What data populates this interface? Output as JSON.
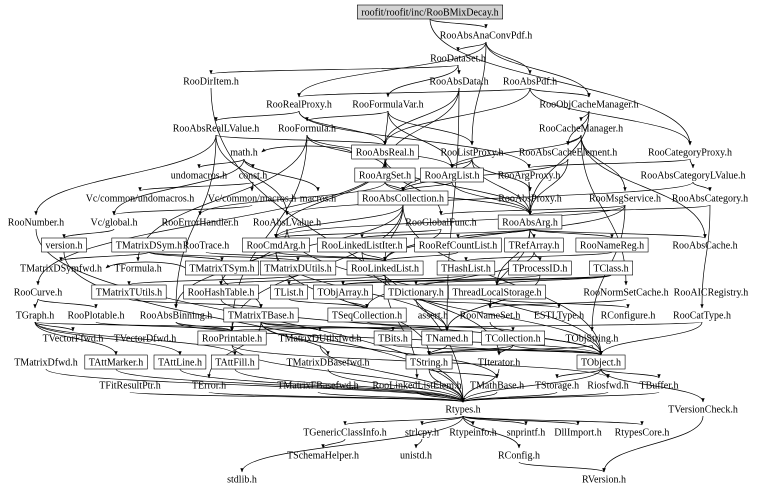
{
  "graph": {
    "root": "roofit/roofit/inc/RooBMixDecay.h",
    "nodes": {
      "root": "roofit/roofit/inc/RooBMixDecay.h",
      "anaconv": "RooAbsAnaConvPdf.h",
      "dataset": "RooDataSet.h",
      "diritem": "RooDirItem.h",
      "absdata": "RooAbsData.h",
      "abspdf": "RooAbsPdf.h",
      "realproxy": "RooRealProxy.h",
      "formulavar": "RooFormulaVar.h",
      "objcachemgr": "RooObjCacheManager.h",
      "absreallv": "RooAbsRealLValue.h",
      "formula": "RooFormula.h",
      "cachemgr": "RooCacheManager.h",
      "math": "math.h",
      "absreal": "RooAbsReal.h",
      "listproxy": "RooListProxy.h",
      "abscacheel": "RooAbsCacheElement.h",
      "catproxy": "RooCategoryProxy.h",
      "undomacros": "undomacros.h",
      "const": "const.h",
      "argset": "RooArgSet.h",
      "arglist": "RooArgList.h",
      "argproxy": "RooArgProxy.h",
      "abscatlv": "RooAbsCategoryLValue.h",
      "vcundo": "Vc/common/undomacros.h",
      "vcmacros": "Vc/common/macros.h",
      "macros": "macros.h",
      "abscoll": "RooAbsCollection.h",
      "absproxy": "RooAbsProxy.h",
      "msgservice": "RooMsgService.h",
      "abscat": "RooAbsCategory.h",
      "number": "RooNumber.h",
      "vcglobal": "Vc/global.h",
      "errhandler": "RooErrorHandler.h",
      "abslvalue": "RooAbsLValue.h",
      "globalfunc": "RooGlobalFunc.h",
      "absarg": "RooAbsArg.h",
      "version": "version.h",
      "tmdsym": "TMatrixDSym.h",
      "trace": "RooTrace.h",
      "cmdarg": "RooCmdArg.h",
      "linkedlistiter": "RooLinkedListIter.h",
      "refcountlist": "RooRefCountList.h",
      "trefarray": "TRefArray.h",
      "namereg": "RooNameReg.h",
      "abscache": "RooAbsCache.h",
      "tmdsymfwd": "TMatrixDSymfwd.h",
      "tformula": "TFormula.h",
      "tmtsym": "TMatrixTSym.h",
      "tmdutils": "TMatrixDUtils.h",
      "linkedlist": "RooLinkedList.h",
      "thashlist": "THashList.h",
      "tprocessid": "TProcessID.h",
      "tclass": "TClass.h",
      "curve": "RooCurve.h",
      "tmtutils": "TMatrixTUtils.h",
      "hashtable": "RooHashTable.h",
      "tlist": "TList.h",
      "tobjarray": "TObjArray.h",
      "tdictionary": "TDictionary.h",
      "threadlocal": "ThreadLocalStorage.h",
      "normsetcache": "RooNormSetCache.h",
      "aicregistry": "RooAICRegistry.h",
      "tgraph": "TGraph.h",
      "plotable": "RooPlotable.h",
      "absbinning": "RooAbsBinning.h",
      "tmtbase": "TMatrixTBase.h",
      "tseqcoll": "TSeqCollection.h",
      "assert": "assert.h",
      "tnameset": "RooNameSet.h",
      "estltype": "ESTLType.h",
      "rconfigure": "RConfigure.h",
      "cattype": "RooCatType.h",
      "tvectorf": "TVectorFfwd.h",
      "tvectord": "TVectorDfwd.h",
      "printable": "RooPrintable.h",
      "tmdutilsfwd": "TMatrixDUtilsfwd.h",
      "tbits": "TBits.h",
      "tnamed": "TNamed.h",
      "tcollection": "TCollection.h",
      "tobjstring": "TObjString.h",
      "tmdfwd": "TMatrixDfwd.h",
      "tattmarker": "TAttMarker.h",
      "tattline": "TAttLine.h",
      "tattfill": "TAttFill.h",
      "tmdbasefwd": "TMatrixDBasefwd.h",
      "tstring": "TString.h",
      "titerator": "TIterator.h",
      "tobject": "TObject.h",
      "tfitresultptr": "TFitResultPtr.h",
      "terror": "TError.h",
      "tmfbasefwd": "TMatrixFBasefwd.h",
      "linkedlistelem": "RooLinkedListElem.h",
      "tmathbase": "TMathBase.h",
      "tstorage": "TStorage.h",
      "riosfwd": "Riosfwd.h",
      "tbuffer": "TBuffer.h",
      "rtypes": "Rtypes.h",
      "tversioncheck": "TVersionCheck.h",
      "tgenclassinfo": "TGenericClassInfo.h",
      "strlcpy": "strlcpy.h",
      "rtypeinfo": "Rtypeinfo.h",
      "snprintf": "snprintf.h",
      "dllimport": "DllImport.h",
      "rtypescore": "RtypesCore.h",
      "tschemahelper": "TSchemaHelper.h",
      "unistd": "unistd.h",
      "rconfig": "RConfig.h",
      "stdlib": "stdlib.h",
      "rversion": "RVersion.h"
    },
    "edges": [
      [
        "root",
        "anaconv"
      ],
      [
        "root",
        "catproxy"
      ],
      [
        "anaconv",
        "dataset"
      ],
      [
        "anaconv",
        "abspdf"
      ],
      [
        "anaconv",
        "objcachemgr"
      ],
      [
        "anaconv",
        "realproxy"
      ],
      [
        "anaconv",
        "listproxy"
      ],
      [
        "dataset",
        "absdata"
      ],
      [
        "dataset",
        "diritem"
      ],
      [
        "dataset",
        "formulavar"
      ],
      [
        "diritem",
        "rtypes"
      ],
      [
        "absdata",
        "argset"
      ],
      [
        "absdata",
        "absreal"
      ],
      [
        "absdata",
        "tnamed"
      ],
      [
        "abspdf",
        "absreal"
      ],
      [
        "abspdf",
        "objcachemgr"
      ],
      [
        "abspdf",
        "catproxy"
      ],
      [
        "abspdf",
        "realproxy"
      ],
      [
        "realproxy",
        "absreal"
      ],
      [
        "realproxy",
        "argproxy"
      ],
      [
        "realproxy",
        "absreallv"
      ],
      [
        "formulavar",
        "absreal"
      ],
      [
        "formulavar",
        "formula"
      ],
      [
        "formulavar",
        "arglist"
      ],
      [
        "formulavar",
        "listproxy"
      ],
      [
        "objcachemgr",
        "cachemgr"
      ],
      [
        "objcachemgr",
        "abscacheel"
      ],
      [
        "objcachemgr",
        "absarg"
      ],
      [
        "cachemgr",
        "abscacheel"
      ],
      [
        "cachemgr",
        "arglist"
      ],
      [
        "cachemgr",
        "normsetcache"
      ],
      [
        "cachemgr",
        "msgservice"
      ],
      [
        "cachemgr",
        "abscache"
      ],
      [
        "absreallv",
        "absreal"
      ],
      [
        "absreallv",
        "number"
      ],
      [
        "absreallv",
        "abslvalue"
      ],
      [
        "absreallv",
        "absbinning"
      ],
      [
        "formula",
        "arglist"
      ],
      [
        "formula",
        "argset"
      ],
      [
        "formula",
        "tformula"
      ],
      [
        "formula",
        "printable"
      ],
      [
        "absreal",
        "absarg"
      ],
      [
        "absreal",
        "cmdarg"
      ],
      [
        "absreal",
        "curve"
      ],
      [
        "absreal",
        "globalfunc"
      ],
      [
        "absreal",
        "math"
      ],
      [
        "listproxy",
        "arglist"
      ],
      [
        "listproxy",
        "absproxy"
      ],
      [
        "listproxy",
        "abscoll"
      ],
      [
        "listproxy",
        "absarg"
      ],
      [
        "abscacheel",
        "abscoll"
      ],
      [
        "abscacheel",
        "absarg"
      ],
      [
        "catproxy",
        "abscatlv"
      ],
      [
        "catproxy",
        "argproxy"
      ],
      [
        "math",
        "undomacros"
      ],
      [
        "math",
        "const"
      ],
      [
        "math",
        "macros"
      ],
      [
        "math",
        "vcglobal"
      ],
      [
        "const",
        "vcmacros"
      ],
      [
        "const",
        "vcundo"
      ],
      [
        "argset",
        "abscoll"
      ],
      [
        "argset",
        "errhandler"
      ],
      [
        "argset",
        "absarg"
      ],
      [
        "arglist",
        "abscoll"
      ],
      [
        "arglist",
        "absarg"
      ],
      [
        "argproxy",
        "absproxy"
      ],
      [
        "argproxy",
        "absarg"
      ],
      [
        "abscatlv",
        "abscat"
      ],
      [
        "abscatlv",
        "abslvalue"
      ],
      [
        "vcmacros",
        "vcglobal"
      ],
      [
        "abscoll",
        "linkedlist"
      ],
      [
        "abscoll",
        "cmdarg"
      ],
      [
        "abscoll",
        "tobject"
      ],
      [
        "abscoll",
        "printable"
      ],
      [
        "abscoll",
        "hashtable"
      ],
      [
        "absproxy",
        "absarg"
      ],
      [
        "msgservice",
        "globalfunc"
      ],
      [
        "msgservice",
        "tobjstring"
      ],
      [
        "msgservice",
        "cmdarg"
      ],
      [
        "msgservice",
        "linkedlist"
      ],
      [
        "abscat",
        "absarg"
      ],
      [
        "abscat",
        "cattype"
      ],
      [
        "vcglobal",
        "version"
      ],
      [
        "abslvalue",
        "absbinning"
      ],
      [
        "abslvalue",
        "tobject"
      ],
      [
        "globalfunc",
        "linkedlist"
      ],
      [
        "globalfunc",
        "cmdarg"
      ],
      [
        "absarg",
        "refcountlist"
      ],
      [
        "absarg",
        "trefarray"
      ],
      [
        "absarg",
        "namereg"
      ],
      [
        "absarg",
        "abscache"
      ],
      [
        "absarg",
        "linkedlistiter"
      ],
      [
        "absarg",
        "threadlocal"
      ],
      [
        "absarg",
        "tnameset"
      ],
      [
        "tmdsym",
        "tmdsymfwd"
      ],
      [
        "tmdsym",
        "tmtsym"
      ],
      [
        "tmdsym",
        "tmdutils"
      ],
      [
        "trace",
        "linkedlist"
      ],
      [
        "cmdarg",
        "linkedlist"
      ],
      [
        "cmdarg",
        "tstring"
      ],
      [
        "cmdarg",
        "tnamed"
      ],
      [
        "linkedlistiter",
        "linkedlist"
      ],
      [
        "linkedlistiter",
        "titerator"
      ],
      [
        "refcountlist",
        "linkedlist"
      ],
      [
        "trefarray",
        "tprocessid"
      ],
      [
        "trefarray",
        "tseqcoll"
      ],
      [
        "namereg",
        "thashlist"
      ],
      [
        "tmtsym",
        "tmtbase"
      ],
      [
        "tmtsym",
        "tmdsymfwd"
      ],
      [
        "tmdutils",
        "tmtutils"
      ],
      [
        "linkedlist",
        "hashtable"
      ],
      [
        "linkedlist",
        "linkedlistelem"
      ],
      [
        "linkedlist",
        "tobject"
      ],
      [
        "thashlist",
        "tlist"
      ],
      [
        "tprocessid",
        "tobjarray"
      ],
      [
        "tprocessid",
        "tnamed"
      ],
      [
        "tclass",
        "tdictionary"
      ],
      [
        "tclass",
        "tobjarray"
      ],
      [
        "tclass",
        "threadlocal"
      ],
      [
        "curve",
        "tgraph"
      ],
      [
        "curve",
        "plotable"
      ],
      [
        "tmtutils",
        "tmtbase"
      ],
      [
        "hashtable",
        "tobject"
      ],
      [
        "tlist",
        "tseqcoll"
      ],
      [
        "tobjarray",
        "tseqcoll"
      ],
      [
        "tdictionary",
        "tnamed"
      ],
      [
        "tdictionary",
        "estltype"
      ],
      [
        "threadlocal",
        "rconfigure"
      ],
      [
        "normsetcache",
        "tnameset"
      ],
      [
        "tgraph",
        "tattmarker"
      ],
      [
        "tgraph",
        "tattline"
      ],
      [
        "tgraph",
        "tattfill"
      ],
      [
        "tgraph",
        "tvectorf"
      ],
      [
        "tgraph",
        "tnamed"
      ],
      [
        "plotable",
        "printable"
      ],
      [
        "absbinning",
        "printable"
      ],
      [
        "absbinning",
        "tobject"
      ],
      [
        "tmtbase",
        "tbits"
      ],
      [
        "tmtbase",
        "tmdutilsfwd"
      ],
      [
        "tmtbase",
        "tmathbase"
      ],
      [
        "tmtbase",
        "tmdbasefwd"
      ],
      [
        "tmtbase",
        "terror"
      ],
      [
        "tseqcoll",
        "tcollection"
      ],
      [
        "tnameset",
        "tobject"
      ],
      [
        "cattype",
        "tobject"
      ],
      [
        "cattype",
        "printable"
      ],
      [
        "printable",
        "riosfwd"
      ],
      [
        "printable",
        "rtypes"
      ],
      [
        "tmdutilsfwd",
        "rtypes"
      ],
      [
        "tbits",
        "tobject"
      ],
      [
        "tnamed",
        "tobject"
      ],
      [
        "tnamed",
        "tstring"
      ],
      [
        "tcollection",
        "tobject"
      ],
      [
        "tcollection",
        "titerator"
      ],
      [
        "tcollection",
        "tstring"
      ],
      [
        "tobjstring",
        "tobject"
      ],
      [
        "tobjstring",
        "tstring"
      ],
      [
        "tattmarker",
        "rtypes"
      ],
      [
        "tattline",
        "rtypes"
      ],
      [
        "tattfill",
        "rtypes"
      ],
      [
        "tmdfwd",
        "rtypes"
      ],
      [
        "tmdbasefwd",
        "rtypes"
      ],
      [
        "tstring",
        "rtypes"
      ],
      [
        "tstring",
        "tmathbase"
      ],
      [
        "titerator",
        "rtypes"
      ],
      [
        "tobject",
        "rtypes"
      ],
      [
        "tobject",
        "tstorage"
      ],
      [
        "tobject",
        "tversioncheck"
      ],
      [
        "tobject",
        "riosfwd"
      ],
      [
        "tobject",
        "tbuffer"
      ],
      [
        "tfitresultptr",
        "rtypes"
      ],
      [
        "terror",
        "rtypes"
      ],
      [
        "tmfbasefwd",
        "rtypes"
      ],
      [
        "linkedlistelem",
        "rtypes"
      ],
      [
        "tmathbase",
        "rtypes"
      ],
      [
        "tstorage",
        "rtypes"
      ],
      [
        "riosfwd",
        "rtypes"
      ],
      [
        "tbuffer",
        "rtypes"
      ],
      [
        "rtypes",
        "tgenclassinfo"
      ],
      [
        "rtypes",
        "strlcpy"
      ],
      [
        "rtypes",
        "rtypeinfo"
      ],
      [
        "rtypes",
        "snprintf"
      ],
      [
        "rtypes",
        "dllimport"
      ],
      [
        "rtypes",
        "rtypescore"
      ],
      [
        "rtypes",
        "rconfig"
      ],
      [
        "rtypes",
        "stdlib"
      ],
      [
        "tversioncheck",
        "rversion"
      ],
      [
        "tgenclassinfo",
        "tschemahelper"
      ],
      [
        "strlcpy",
        "unistd"
      ],
      [
        "rconfig",
        "rversion"
      ],
      [
        "number",
        "rtypes"
      ],
      [
        "version",
        "rtypes"
      ]
    ]
  }
}
